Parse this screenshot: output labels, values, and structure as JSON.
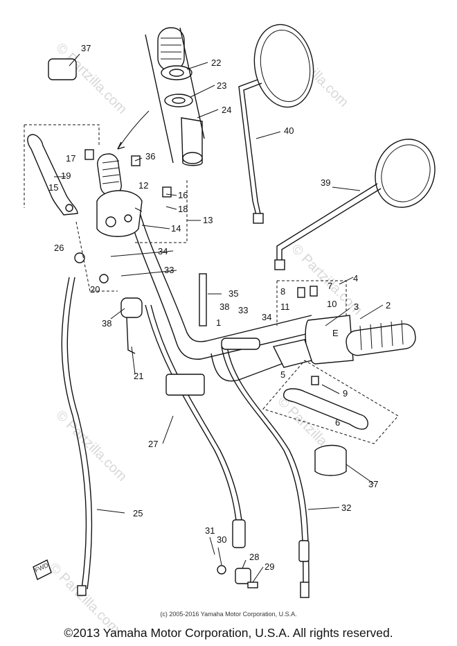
{
  "diagram": {
    "callouts": [
      "1",
      "2",
      "3",
      "4",
      "5",
      "6",
      "7",
      "8",
      "9",
      "10",
      "11",
      "12",
      "13",
      "14",
      "15",
      "16",
      "17",
      "18",
      "19",
      "20",
      "21",
      "22",
      "23",
      "24",
      "25",
      "26",
      "27",
      "28",
      "29",
      "30",
      "31",
      "32",
      "33",
      "34",
      "35",
      "36",
      "37",
      "38",
      "39",
      "40"
    ],
    "duplicate_callouts": {
      "c33b": "33",
      "c34b": "34",
      "c37b": "37",
      "c38b": "38"
    },
    "switch_letter": "E",
    "fwd_label": "FWD"
  },
  "watermark": "© Partzilla.com",
  "small_copyright": "(c) 2005-2016 Yamaha Motor Corporation, U.S.A.",
  "copyright": "©2013 Yamaha Motor Corporation, U.S.A. All rights reserved."
}
